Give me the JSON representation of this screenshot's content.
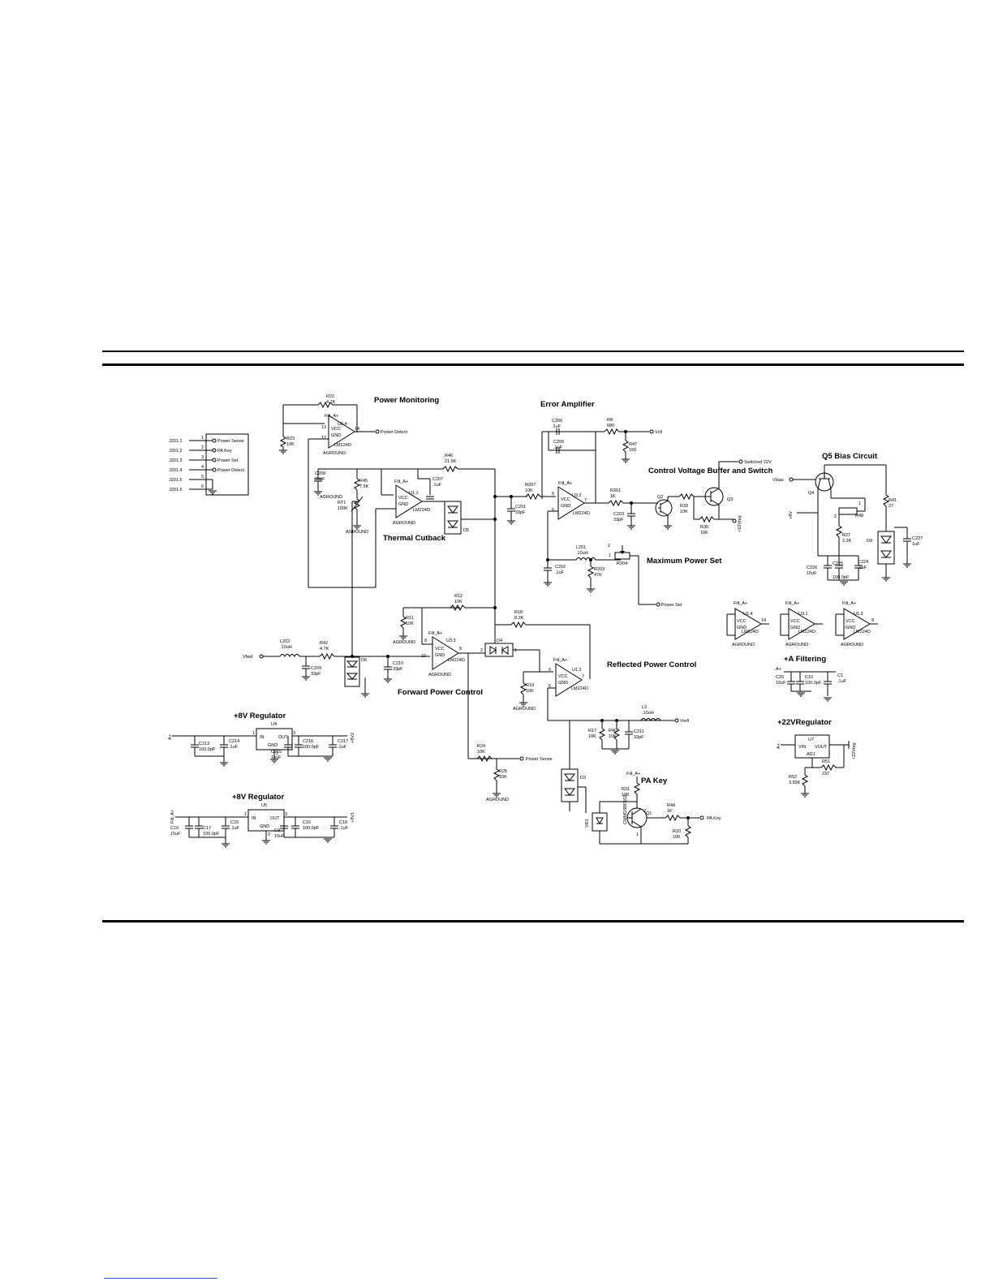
{
  "sections": {
    "power_monitoring": "Power Monitoring",
    "error_amplifier": "Error Amplifier",
    "control_voltage": "Control Voltage Buffer and Switch",
    "q5_bias": "Q5 Bias Circuit",
    "thermal_cutback": "Thermal Cutback",
    "maximum_power_set": "Maximum Power Set",
    "reflected_power_control": "Reflected Power Control",
    "forward_power_control": "Forward Power Control",
    "a_filtering": "+A Filtering",
    "reg_8v_a": "+8V Regulator",
    "reg_8v_b": "+8V Regulator",
    "reg_22v": "+22VRegulator",
    "pa_key": "PA Key"
  },
  "connector": {
    "pins": [
      "J201.1",
      "J201.2",
      "J201.3",
      "J201.4",
      "J201.5",
      "J201.6"
    ],
    "signals": [
      "Power Sense",
      "PA Key",
      "Power Set",
      "Power Detect"
    ]
  },
  "nets": {
    "power_detect": "Power Detect",
    "power_set": "Power Set",
    "power_sense": "Power Sense",
    "pa_key": "PA Key",
    "vfwd": "Vfwd",
    "vrefl": "Vrefl",
    "vctl": "Vctl",
    "vbias": "Vbias",
    "switched_22v": "Switched 22V",
    "v22reg": "+22Vreg",
    "filt_a": "Filt_A+",
    "aground": "AGROUND"
  },
  "parts": {
    "r22": "R22",
    "r22v": "4.7K",
    "r23": "R23",
    "r23v": "10K",
    "u34": "U3.4",
    "u34p": "LM224D",
    "u11": "U1.1",
    "u11p": "LM224D",
    "u33": "U3.3",
    "u33p": "LM224D",
    "u32": "U3.2",
    "u32p": "LM224D",
    "u12": "U1.2",
    "u12p": "LM224D",
    "r46": "R46",
    "r46v": "21.5K",
    "r45": "R45",
    "r45v": "7.5K",
    "rt1": "RT1",
    "rt1v": "100K",
    "c208": "C208",
    "c208v": "33pF",
    "c207": "C207",
    "c207v": ".1uF",
    "d5": "D5",
    "r12": "R12",
    "r12v": "10K",
    "r11": "R11",
    "r11v": "10K",
    "r18": "R18",
    "r18v": "8.2K",
    "d4": "D4",
    "r19": "R19",
    "r19v": "10K",
    "l202": "L202",
    "l202v": ".10uH",
    "r42": "R42",
    "r42v": "4.7K",
    "c209": "C209",
    "c209v": "33pF",
    "c210": "C210",
    "c210v": "33pF",
    "d6": "D6",
    "r24": "R24",
    "r24v": "10K",
    "r25": "R25",
    "r25v": "10K",
    "c206": "C206",
    "c206v": ".1uF",
    "c205": "C205",
    "c205v": ".1uF",
    "r8": "R8",
    "r8v": "680",
    "r47": "R47",
    "r47v": "150",
    "r207": "R207",
    "r207v": "10K",
    "c201": "C201",
    "c201v": "33pF",
    "r201": "R201",
    "r201v": "1K",
    "c203": "C203",
    "c203v": "33pF",
    "q2": "Q2",
    "q3": "Q3",
    "r33": "R33",
    "r33v": "10K",
    "r35": "R35",
    "r35v": "10K",
    "l201": "L201",
    "l201v": ".10uH",
    "c202": "C202",
    "c202v": ".1uF",
    "r203": "R203",
    "r203v": "47K",
    "r204": "R204",
    "l3": "L3",
    "l3v": ".10uH",
    "r17": "R17",
    "r17v": "10K",
    "r40": "R40",
    "r40v": "10K",
    "c211": "C211",
    "c211v": "33pF",
    "d3": "D3",
    "r21": "R21",
    "r21v": "10K",
    "r44": "R44",
    "r44v": "1K",
    "r20": "R20",
    "r20v": "10K",
    "q1": "Q1",
    "vr1": "VR1",
    "cmmd": "CMMD3BF102",
    "q4": "Q4",
    "r41": "R41",
    "r41v": "27",
    "r48": "R48",
    "r27": "R27",
    "r27v": "2.2K",
    "d9": "D9",
    "c227": "C227",
    "c227v": "1uF",
    "c226": "C226",
    "c226v": "15uF",
    "c225": "C225",
    "c225v": "100.0pF",
    "c224": "C224",
    "c224v": ".1uF",
    "u14": "U1.4",
    "u31": "U3.1",
    "u13": "U1.3",
    "lm": "LM224D",
    "c20": "C20",
    "c20v": "15uF",
    "c10": "C10",
    "c10v": "100.0pF",
    "c1": "C1",
    "c1v": ".1uF",
    "u4": "U4",
    "u5": "U5",
    "u7": "U7",
    "c213": "C213",
    "c213v": "100.0pF",
    "c214": "C214",
    "c214v": ".1uF",
    "c215": "C215",
    "c215v": "15uF",
    "c216": "C216",
    "c216v": "100.0pF",
    "c217": "C217",
    "c217v": ".1uF",
    "c19": "C19",
    "c19v": "15uF",
    "c17": "C17",
    "c17v": "100.0pF",
    "c15": "C15",
    "c15v": ".1uF",
    "c9": "C9",
    "c9v": "15uF",
    "c16": "C16",
    "c16v": "100.0pF",
    "c18": "C18",
    "c18v": ".1uF",
    "r51": "R51",
    "r51v": "237",
    "r52": "R52",
    "r52v": "3.83K",
    "in": "IN",
    "out": "OUT",
    "gnd": "GND",
    "vin": "VIN",
    "vout": "VOUT",
    "adj": "ADJ",
    "vcc": "VCC"
  }
}
